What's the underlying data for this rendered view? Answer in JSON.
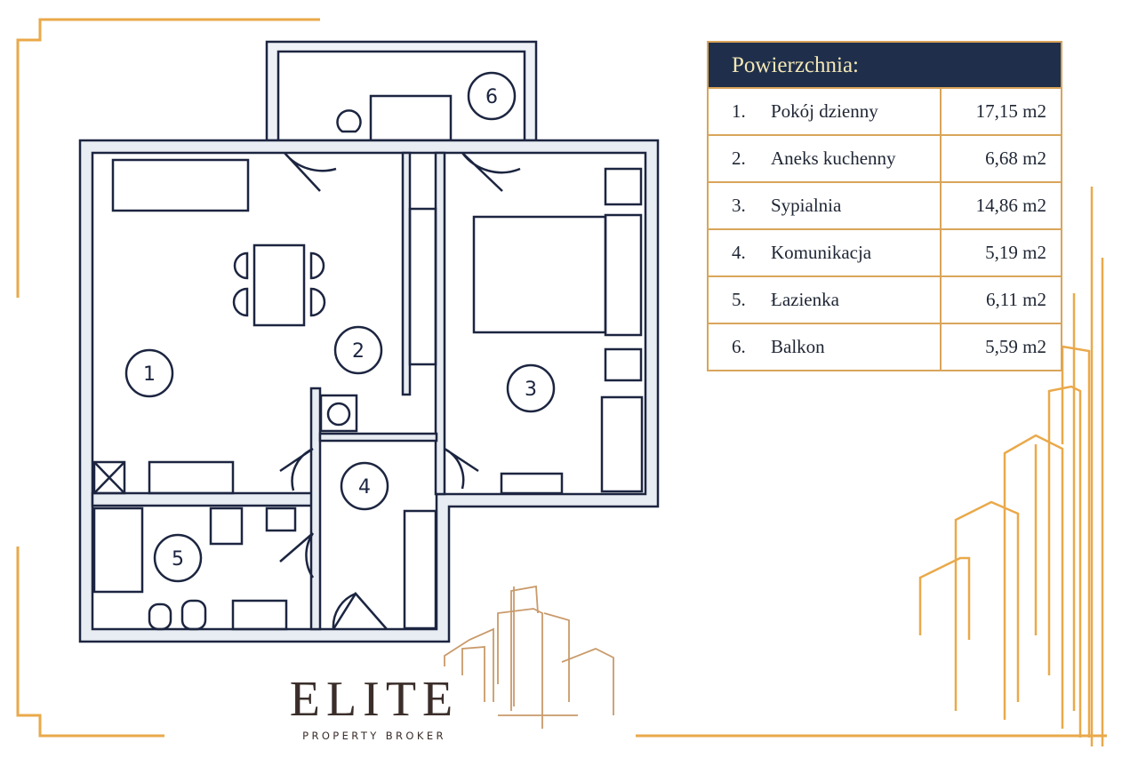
{
  "table": {
    "title": "Powierzchnia:",
    "rows": [
      {
        "num": "1.",
        "name": "Pokój dzienny",
        "area": "17,15 m2"
      },
      {
        "num": "2.",
        "name": "Aneks kuchenny",
        "area": "6,68 m2"
      },
      {
        "num": "3.",
        "name": "Sypialnia",
        "area": "14,86 m2"
      },
      {
        "num": "4.",
        "name": "Komunikacja",
        "area": "5,19 m2"
      },
      {
        "num": "5.",
        "name": "Łazienka",
        "area": "6,11 m2"
      },
      {
        "num": "6.",
        "name": "Balkon",
        "area": "5,59 m2"
      }
    ]
  },
  "rooms": [
    "1",
    "2",
    "3",
    "4",
    "5",
    "6"
  ],
  "logo": {
    "title": "ELITE",
    "subtitle": "PROPERTY BROKER"
  },
  "colors": {
    "gold": "#e8a94c",
    "navy": "#1f2f4b",
    "wall": "#1c2540",
    "logo_text": "#3b2e2a"
  }
}
